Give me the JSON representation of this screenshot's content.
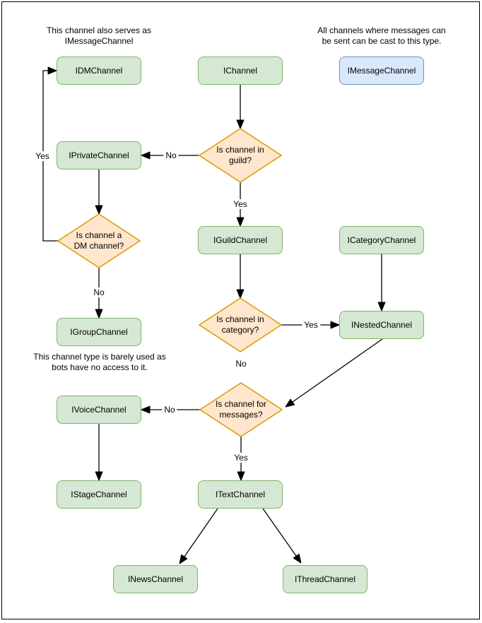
{
  "colors": {
    "node_fill": "#d5e8d4",
    "node_stroke": "#82b366",
    "message_node_fill": "#dae8fc",
    "message_node_stroke": "#6c8ebf",
    "decision_fill": "#ffe6cc",
    "decision_stroke": "#d79b00",
    "edge_color": "#000000"
  },
  "nodes": {
    "idm": "IDMChannel",
    "ichannel": "IChannel",
    "imessage": "IMessageChannel",
    "iprivate": "IPrivateChannel",
    "iguild": "IGuildChannel",
    "icategory": "ICategoryChannel",
    "igroup": "IGroupChannel",
    "inested": "INestedChannel",
    "ivoice": "IVoiceChannel",
    "istage": "IStageChannel",
    "itext": "ITextChannel",
    "inews": "INewsChannel",
    "ithread": "IThreadChannel"
  },
  "decisions": {
    "guild": {
      "lines": [
        "Is channel in",
        "guild?"
      ]
    },
    "dm": {
      "lines": [
        "Is channel a",
        "DM channel?"
      ]
    },
    "category": {
      "lines": [
        "Is channel in",
        "category?"
      ]
    },
    "messages": {
      "lines": [
        "Is channel for",
        "messages?"
      ]
    }
  },
  "edge_labels": {
    "guild_no": "No",
    "guild_yes": "Yes",
    "dm_yes": "Yes",
    "dm_no": "No",
    "category_yes": "Yes",
    "category_no": "No",
    "messages_no": "No",
    "messages_yes": "Yes"
  },
  "annotations": {
    "dm_note": {
      "lines": [
        "This channel also serves as",
        "IMessageChannel"
      ]
    },
    "message_note": {
      "lines": [
        "All channels where messages can",
        "be sent can be cast to this type."
      ]
    },
    "group_note": {
      "lines": [
        "This channel type is barely used as",
        "bots have no access to it."
      ]
    }
  }
}
